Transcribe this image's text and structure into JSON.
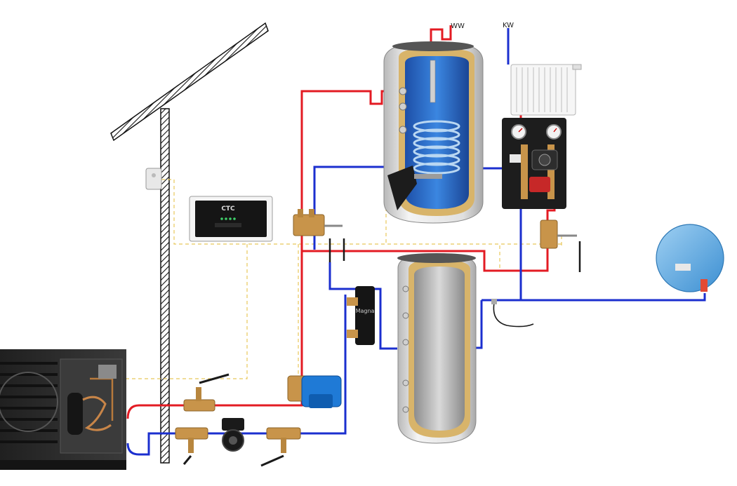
{
  "labels": {
    "hot_water": "WW",
    "cold_water": "KW",
    "controller_brand": "CTC",
    "separator_brand": "Magna"
  },
  "colors": {
    "supply_pipe": "#e31b23",
    "return_pipe": "#1b2fcf",
    "signal_wire": "#e8c85a",
    "insulation": "#d8b46a",
    "tank_shell": "#e6e6e6",
    "dhw_interior": "#2d6fd0",
    "buffer_interior": "#bdbdbd",
    "expansion_vessel": "#5aa6e0",
    "heat_pump_body": "#2b2b2b",
    "actuator": "#1f7ad6",
    "brass": "#c8944a"
  },
  "icons": {
    "heat_pump": "heat-pump-outdoor-unit-icon",
    "dhw_tank": "hot-water-cylinder-icon",
    "buffer_tank": "buffer-tank-icon",
    "radiator": "radiator-icon",
    "pump_group": "pump-station-icon",
    "controller": "controller-display-icon",
    "expansion_vessel": "expansion-vessel-icon",
    "outdoor_sensor": "outdoor-sensor-icon",
    "circulation_pump": "circulation-pump-icon",
    "mixing_valve": "motorized-mixing-valve-icon",
    "ball_valve": "ball-valve-icon",
    "magnetic_filter": "magnetic-dirt-separator-icon",
    "temperature_sensor": "temperature-sensor-icon"
  }
}
